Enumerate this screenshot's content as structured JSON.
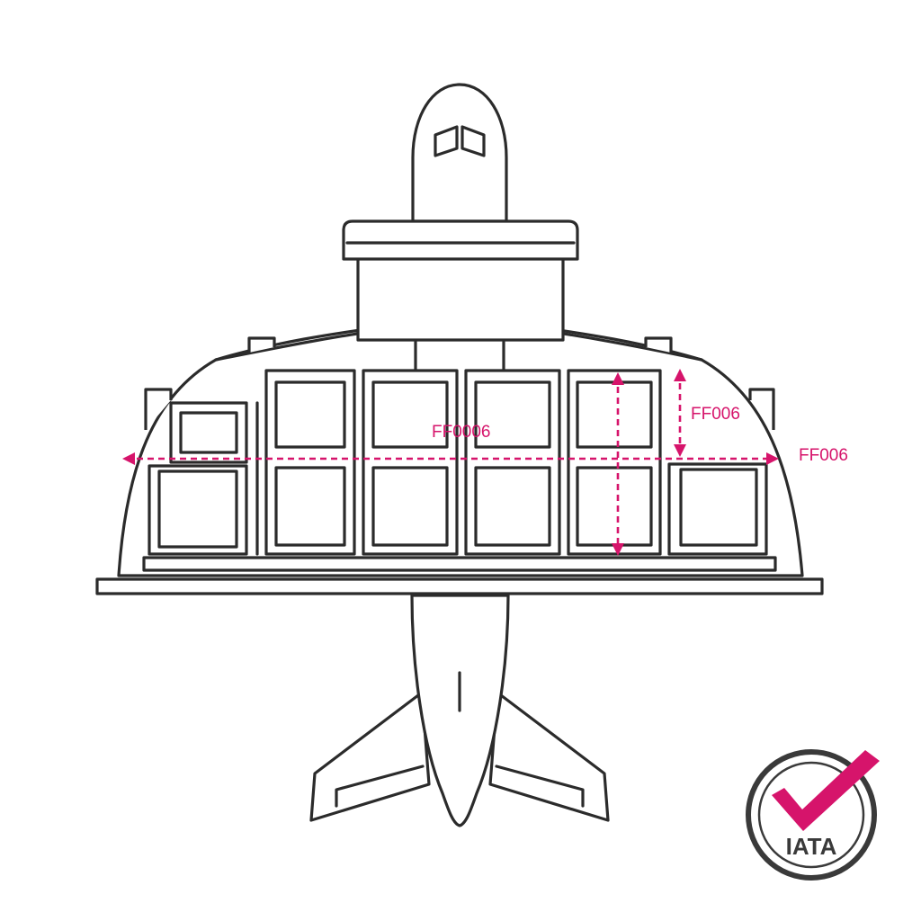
{
  "colors": {
    "line": "#2b2b2b",
    "accent": "#d6146b",
    "background": "#ffffff"
  },
  "dimension_labels": {
    "width": "FF0006",
    "height": "FF006",
    "outer": "FF006"
  },
  "badge": {
    "text": "IATA",
    "icon": "checkmark-icon"
  }
}
